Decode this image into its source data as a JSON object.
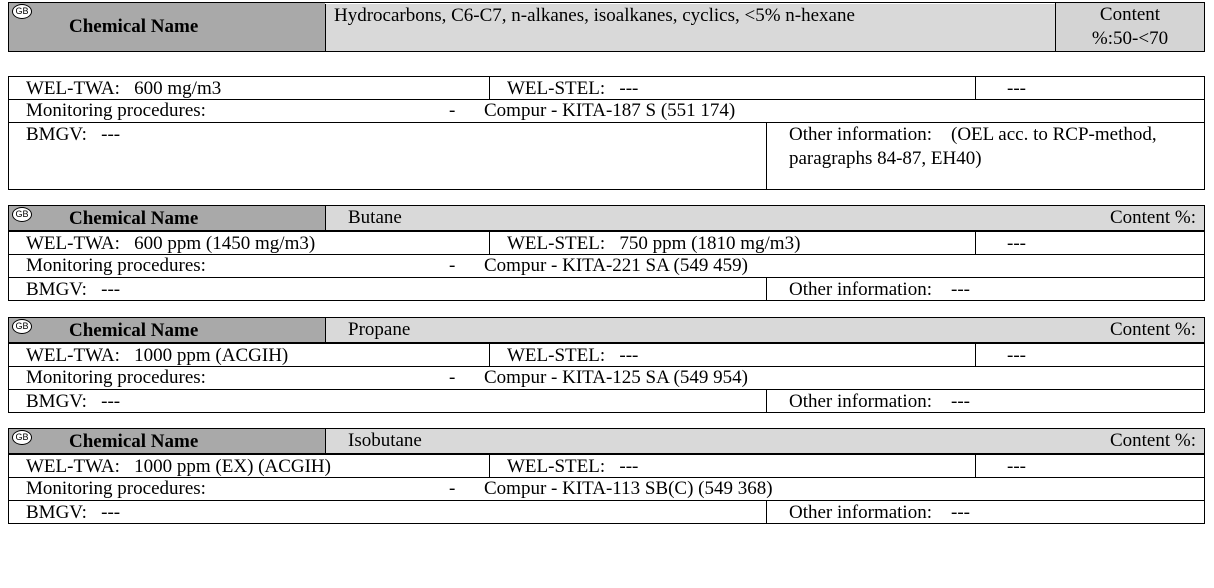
{
  "labels": {
    "region_badge": "GB",
    "chemical_name": "Chemical Name",
    "wel_twa": "WEL-TWA:",
    "wel_stel": "WEL-STEL:",
    "monitoring": "Monitoring procedures:",
    "bmgv": "BMGV:",
    "other_info": "Other information:",
    "content": "Content %:"
  },
  "entries": [
    {
      "name": "Hydrocarbons, C6-C7, n-alkanes, isoalkanes, cyclics, <5% n-hexane",
      "content_line1": "Content",
      "content_line2": "%:50-<70",
      "wel_twa": "600 mg/m3",
      "wel_stel": "---",
      "extra": "---",
      "monitoring_dash": "-",
      "monitoring_value": "Compur - KITA-187 S (551 174)",
      "bmgv": "---",
      "other_info": "(OEL acc. to RCP-method, paragraphs 84-87, EH40)"
    },
    {
      "name": "Butane",
      "wel_twa": "600 ppm (1450 mg/m3)",
      "wel_stel": "750 ppm (1810 mg/m3)",
      "extra": "---",
      "monitoring_dash": "-",
      "monitoring_value": "Compur - KITA-221 SA (549 459)",
      "bmgv": "---",
      "other_info": "---"
    },
    {
      "name": "Propane",
      "wel_twa": "1000 ppm (ACGIH)",
      "wel_stel": "---",
      "extra": "---",
      "monitoring_dash": "-",
      "monitoring_value": "Compur - KITA-125 SA (549 954)",
      "bmgv": "---",
      "other_info": "---"
    },
    {
      "name": "Isobutane",
      "wel_twa": "1000 ppm (EX) (ACGIH)",
      "wel_stel": "---",
      "extra": "---",
      "monitoring_dash": "-",
      "monitoring_value": "Compur - KITA-113 SB(C) (549 368)",
      "bmgv": "---",
      "other_info": "---"
    }
  ]
}
